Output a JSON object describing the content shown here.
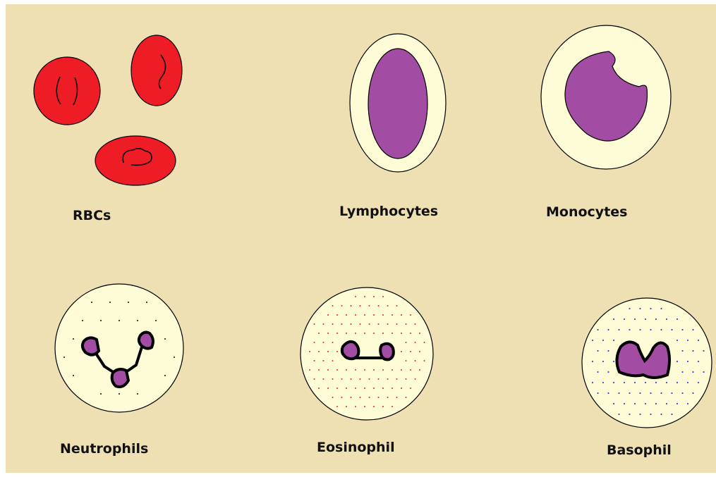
{
  "colors": {
    "background": "#efe0b3",
    "rbc": "#ee1c24",
    "cell_body": "#fefcd6",
    "nucleus": "#a34ca3",
    "outline": "#000000",
    "eosinophil_granules": "#ee2222",
    "basophil_granules": "#3f48cc"
  },
  "labels": {
    "rbcs": "RBCs",
    "lymphocytes": "Lymphocytes",
    "monocytes": "Monocytes",
    "neutrophils": "Neutrophils",
    "eosinophil": "Eosinophil",
    "basophil": "Basophil"
  }
}
